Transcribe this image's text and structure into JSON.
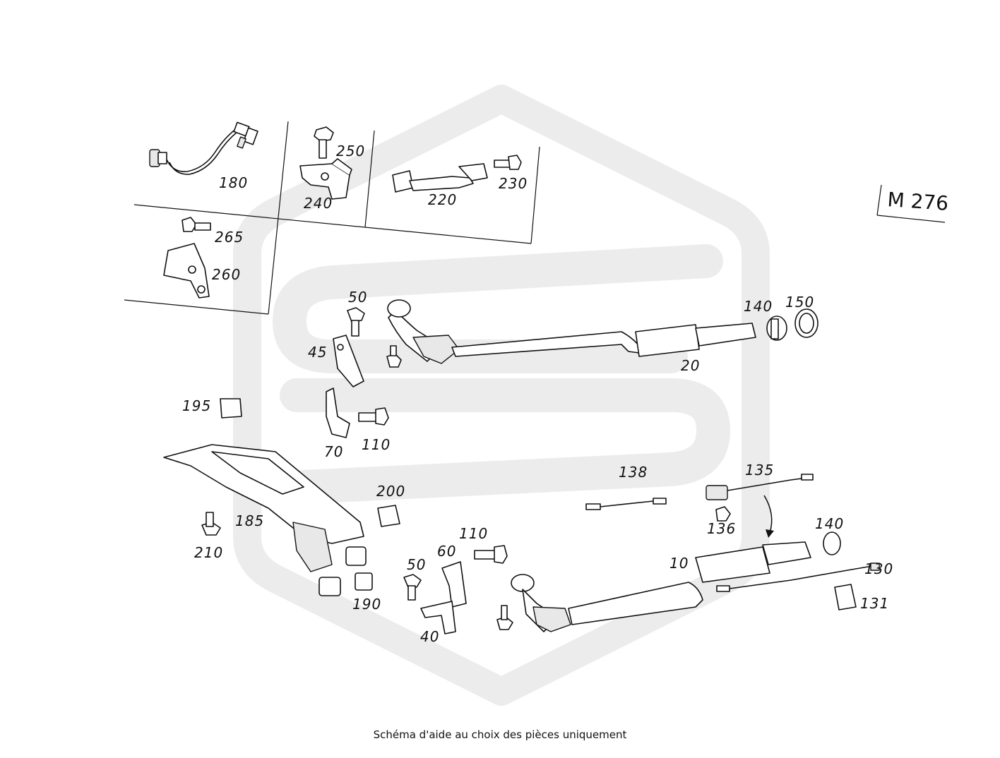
{
  "engine_code": "M 276",
  "caption": "Schéma d'aide au choix des pièces uniquement",
  "callouts": {
    "c10": "10",
    "c20": "20",
    "c40": "40",
    "c45": "45",
    "c50a": "50",
    "c50b": "50",
    "c60": "60",
    "c70": "70",
    "c110a": "110",
    "c110b": "110",
    "c130": "130",
    "c131": "131",
    "c135": "135",
    "c136": "136",
    "c138": "138",
    "c140a": "140",
    "c140b": "140",
    "c150": "150",
    "c180": "180",
    "c185": "185",
    "c190": "190",
    "c195": "195",
    "c200": "200",
    "c210": "210",
    "c220": "220",
    "c230": "230",
    "c240": "240",
    "c250": "250",
    "c260": "260",
    "c265": "265"
  }
}
